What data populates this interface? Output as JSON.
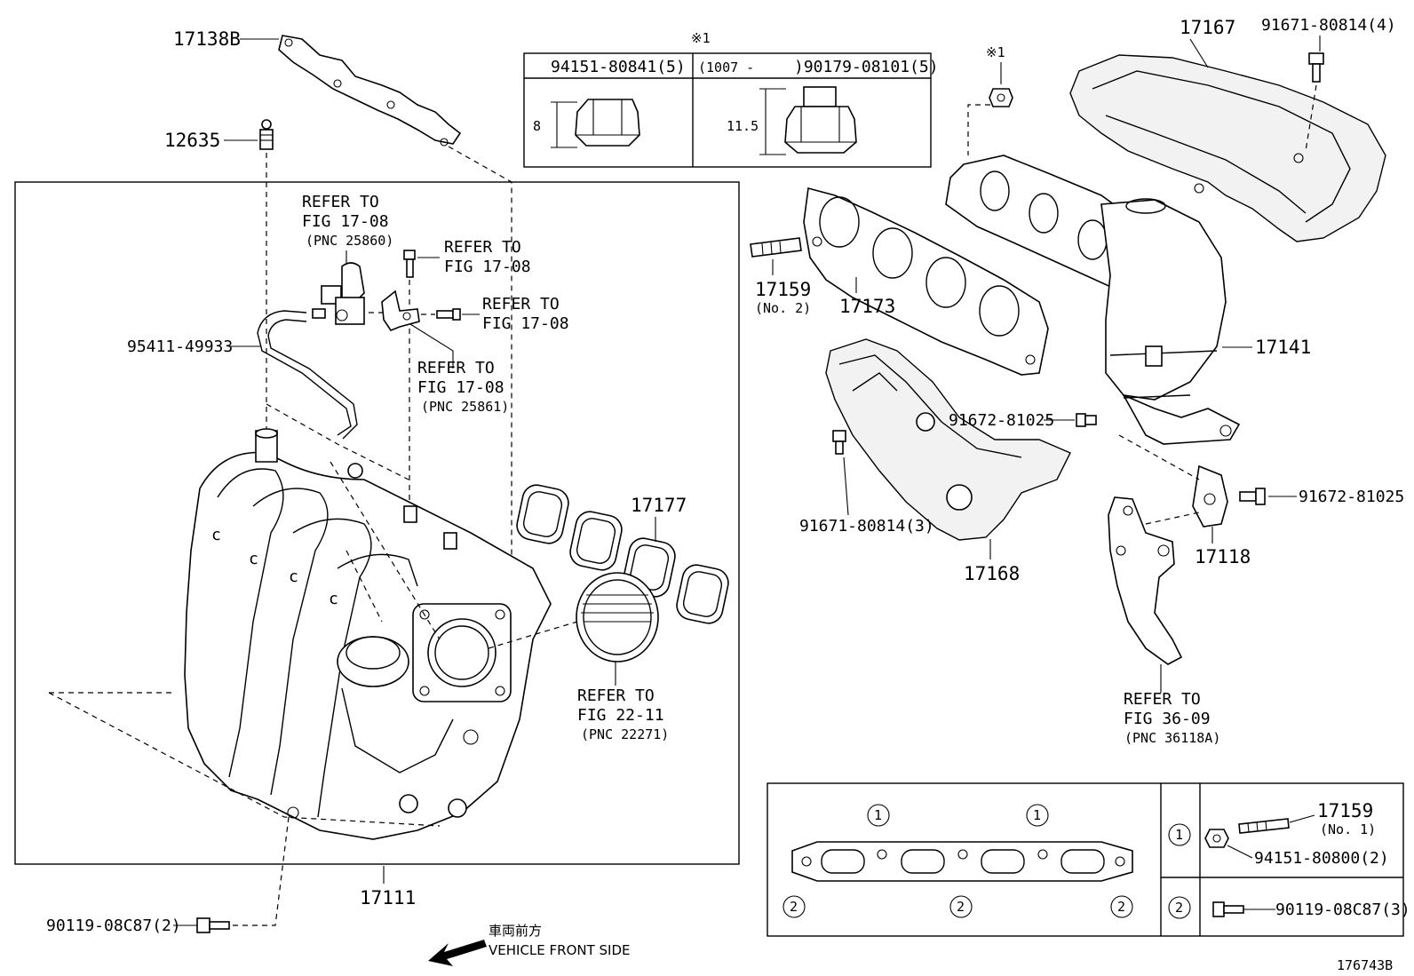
{
  "callouts": {
    "p17138b": "17138B",
    "p12635": "12635",
    "p95411": "95411-49933",
    "p17111": "17111",
    "p90119_left": "90119-08C87(2)",
    "p17177": "17177",
    "p17159_no2": "17159",
    "p17159_no2_sub": "(No. 2)",
    "p17173": "17173",
    "p17167": "17167",
    "p91671_4": "91671-80814(4)",
    "p17141": "17141",
    "p91672_a": "91672-81025",
    "p91671_3": "91671-80814(3)",
    "p17168": "17168",
    "p91672_b": "91672-81025",
    "p17118": "17118",
    "asterisk_1": "※1",
    "asterisk_2": "※1"
  },
  "refers": {
    "r1_line1": "REFER TO",
    "r1_line2": "FIG 17-08",
    "r1_pnc": "(PNC 25860)",
    "r2_line1": "REFER TO",
    "r2_line2": "FIG 17-08",
    "r3_line1": "REFER TO",
    "r3_line2": "FIG 17-08",
    "r4_line1": "REFER TO",
    "r4_line2": "FIG 17-08",
    "r4_pnc": "(PNC 25861)",
    "r5_line1": "REFER TO",
    "r5_line2": "FIG 22-11",
    "r5_pnc": "(PNC 22271)",
    "r6_line1": "REFER TO",
    "r6_line2": "FIG 36-09",
    "r6_pnc": "(PNC 36118A)"
  },
  "nut_table": {
    "col1_header": "94151-80841(5)",
    "col2_prefix": "(1007 -",
    "col2_header": ")90179-08101(5)",
    "col1_dim": "8",
    "col2_dim": "11.5"
  },
  "legend_table": {
    "circle1": "1",
    "circle2": "2",
    "part_17159": "17159",
    "part_17159_sub": "(No. 1)",
    "part_94151": "94151-80800(2)",
    "part_90119": "90119-08C87(3)"
  },
  "front": {
    "jp": "車両前方",
    "en": "VEHICLE FRONT SIDE"
  },
  "diagram_id": "176743B"
}
